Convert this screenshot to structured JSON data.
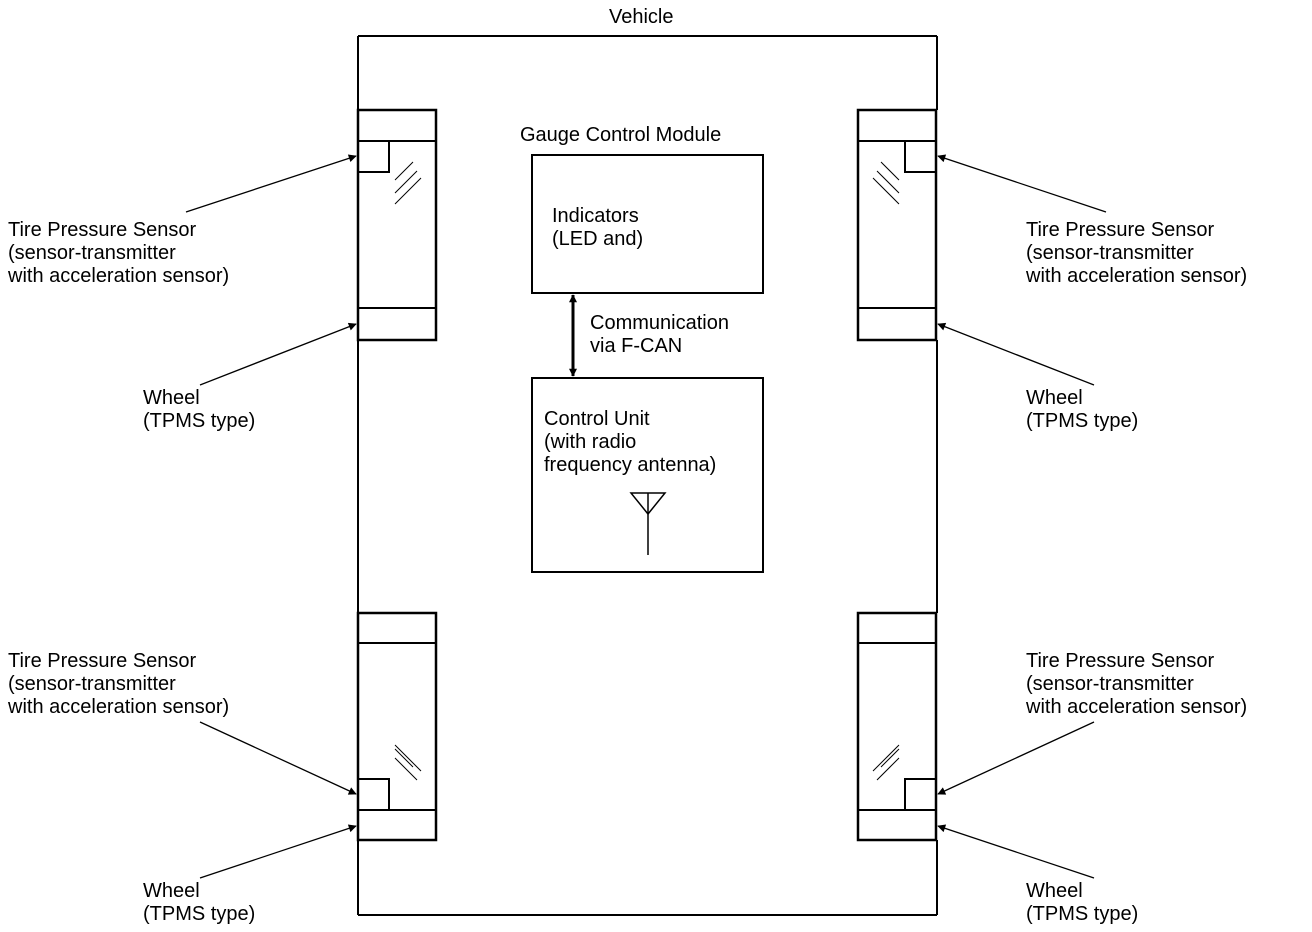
{
  "vehicle_label": "Vehicle",
  "gauge_control_module": {
    "title": "Gauge Control Module",
    "indicators": [
      "Indicators",
      "(LED and)"
    ]
  },
  "communication": [
    "Communication",
    "via F-CAN"
  ],
  "control_unit": [
    "Control Unit",
    "(with radio",
    "frequency antenna)"
  ],
  "sensor_label": {
    "line1": "Tire Pressure Sensor",
    "line2": "(sensor-transmitter",
    "line3": "with acceleration sensor)"
  },
  "wheel_label": {
    "line1": "Wheel",
    "line2": "(TPMS type)"
  },
  "colors": {
    "line": "#000000",
    "background": "#ffffff"
  }
}
